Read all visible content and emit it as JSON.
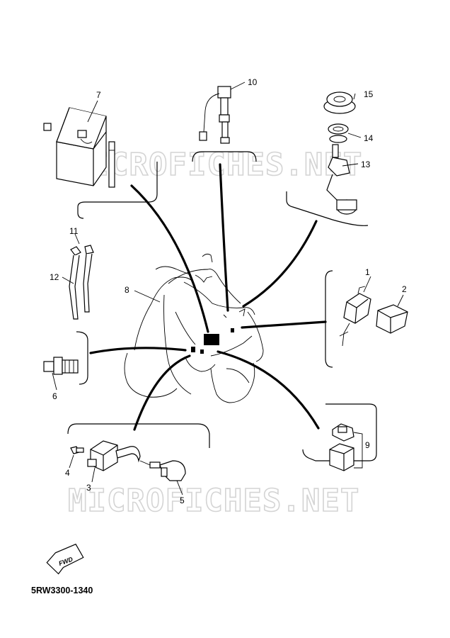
{
  "watermark": "MICROFICHES.NET",
  "diagram_code": "5RW3300-1340",
  "fwd_label": "FWD",
  "callouts": [
    "1",
    "2",
    "3",
    "4",
    "5",
    "6",
    "7",
    "8",
    "9",
    "10",
    "11",
    "12",
    "13",
    "14",
    "15"
  ]
}
